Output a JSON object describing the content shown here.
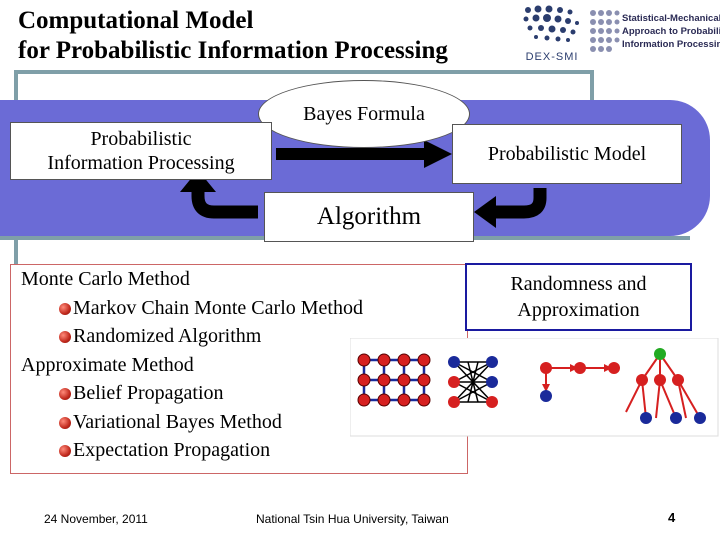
{
  "title": {
    "line1": "Computational Model",
    "line2": "for Probabilistic Information Processing"
  },
  "logos": {
    "dexsmi": "DEX-SMI",
    "smapip_line1": "Statistical-Mechanical",
    "smapip_line2": "Approach to Probabilistic",
    "smapip_line3": "Information Processing"
  },
  "diagram": {
    "bayes": "Bayes Formula",
    "pip_line1": "Probabilistic",
    "pip_line2": "Information Processing",
    "model": "Probabilistic Model",
    "algorithm": "Algorithm",
    "randomness_line1": "Randomness and",
    "randomness_line2": "Approximation"
  },
  "methods": {
    "group1": "Monte Carlo Method",
    "group1_items": [
      "Markov Chain Monte Carlo Method",
      "Randomized Algorithm"
    ],
    "group2": "Approximate Method",
    "group2_items": [
      "Belief Propagation",
      "Variational Bayes Method",
      "Expectation Propagation"
    ]
  },
  "footer": {
    "date": "24 November, 2011",
    "venue": "National Tsin Hua University, Taiwan",
    "page": "4"
  },
  "colors": {
    "band": "#6b6bd6",
    "frame": "#7f9fa8",
    "node_red": "#d62020",
    "node_blue": "#1a2a9a",
    "node_green": "#22aa22"
  },
  "icons": [
    "bullet-icon",
    "arrow-icon",
    "graph-icon"
  ]
}
